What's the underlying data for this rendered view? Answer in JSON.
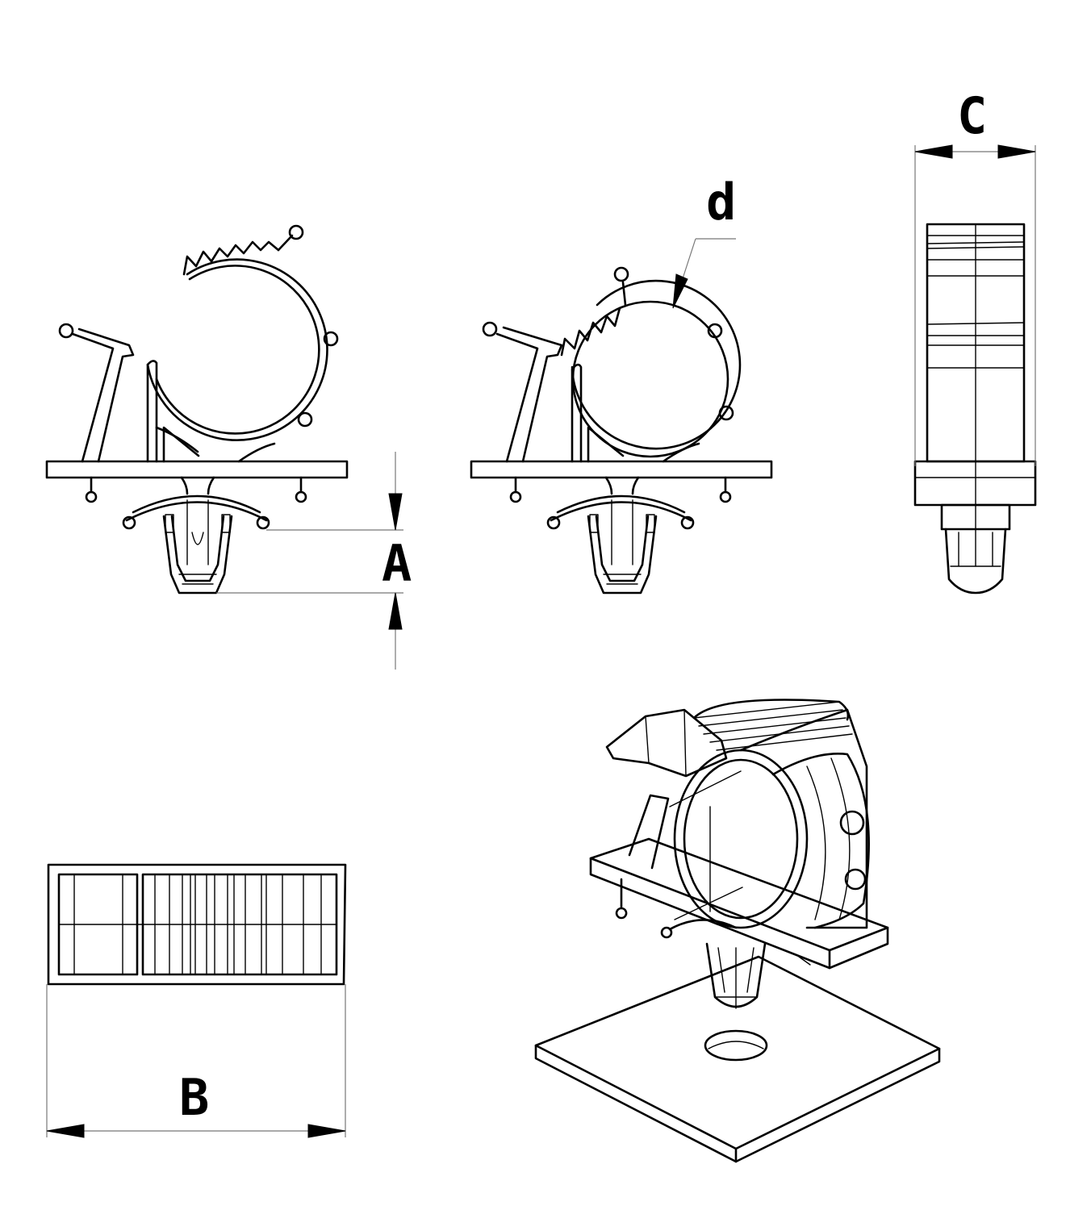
{
  "dimension_labels": {
    "a": "A",
    "b": "B",
    "c": "C",
    "d": "d"
  },
  "colors": {
    "line": "#000000",
    "dimension_line": "#777777",
    "background": "#ffffff"
  }
}
